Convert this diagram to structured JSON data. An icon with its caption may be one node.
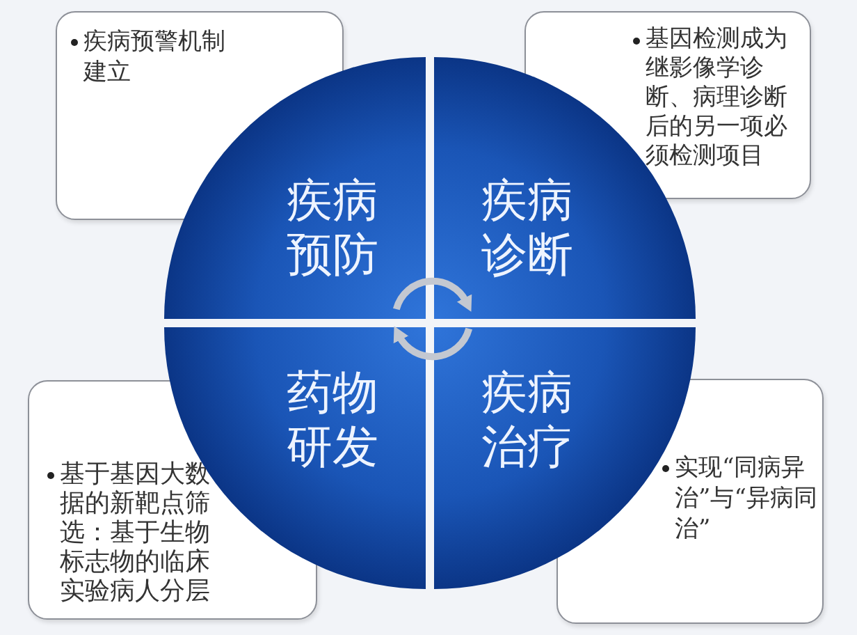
{
  "diagram": {
    "nodes": [
      {
        "text": [
          "疾病预警机制建立"
        ]
      },
      {
        "text": [
          "基因检测成为继影像学诊断、病理诊断后的另一项必须检测项目"
        ]
      },
      {
        "text": [
          "疾病预防"
        ]
      },
      {
        "text": [
          "疾病诊断"
        ]
      },
      {
        "text": [
          "药物研发"
        ]
      },
      {
        "text": [
          "疾病治疗"
        ]
      },
      {
        "text": [
          "基于基因大数据的新靶点筛选：基于生物标志物的临床实验病人分层"
        ]
      },
      {
        "text": [
          "实现“同病异治”与“异病同治”"
        ]
      }
    ],
    "edges": [
      {
        "from": 2,
        "to": 3,
        "arrow": "to"
      },
      {
        "from": 5,
        "to": 4,
        "arrow": "to"
      }
    ]
  }
}
